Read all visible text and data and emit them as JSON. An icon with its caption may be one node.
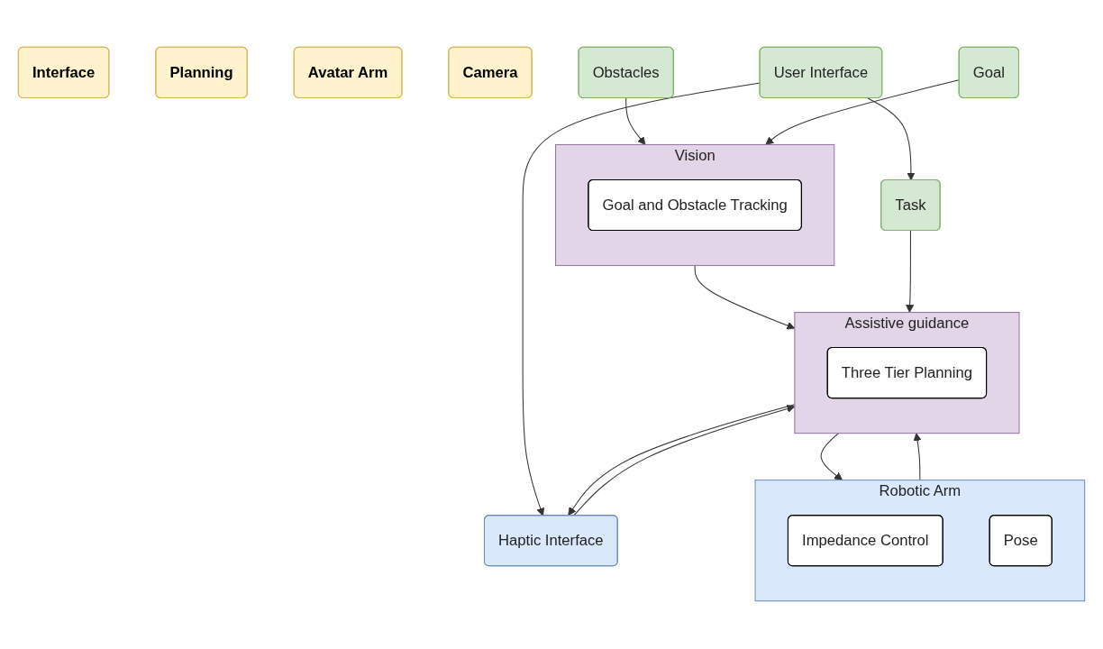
{
  "diagram": {
    "nodes": [
      {
        "text": [
          "Interface"
        ]
      },
      {
        "text": [
          "Planning"
        ]
      },
      {
        "text": [
          "Avatar Arm"
        ]
      },
      {
        "text": [
          "Camera"
        ]
      },
      {
        "text": [
          "User Interface"
        ]
      },
      {
        "text": [
          "Vision"
        ]
      },
      {
        "text": [
          "Goal and Obstacle Tracking"
        ],
        "in": 5
      },
      {
        "text": [
          "Obstacles"
        ]
      },
      {
        "text": [
          "Goal"
        ]
      },
      {
        "text": [
          "Task"
        ]
      },
      {
        "text": [
          "Robotic Arm"
        ]
      },
      {
        "text": [
          "Impedance Control"
        ],
        "in": 10
      },
      {
        "text": [
          "Pose"
        ],
        "in": 10
      },
      {
        "text": [
          "Haptic Interface"
        ]
      },
      {
        "text": [
          "Assistive guidance"
        ]
      },
      {
        "text": [
          "Three Tier Planning"
        ],
        "in": 14
      }
    ],
    "edges": [
      {
        "from": 7,
        "to": 5,
        "arrow": "to"
      },
      {
        "from": 8,
        "to": 5,
        "arrow": "to"
      },
      {
        "from": 4,
        "to": 13,
        "arrow": "to"
      },
      {
        "from": 4,
        "to": 9,
        "arrow": "to"
      },
      {
        "from": 5,
        "to": 14,
        "arrow": "to"
      },
      {
        "from": 9,
        "to": 14,
        "arrow": "to"
      },
      {
        "from": 13,
        "to": 14,
        "arrow": "to"
      },
      {
        "from": 14,
        "to": 13,
        "arrow": "to"
      },
      {
        "from": 14,
        "to": 10,
        "arrow": "to"
      },
      {
        "from": 10,
        "to": 14,
        "arrow": "to"
      }
    ]
  }
}
